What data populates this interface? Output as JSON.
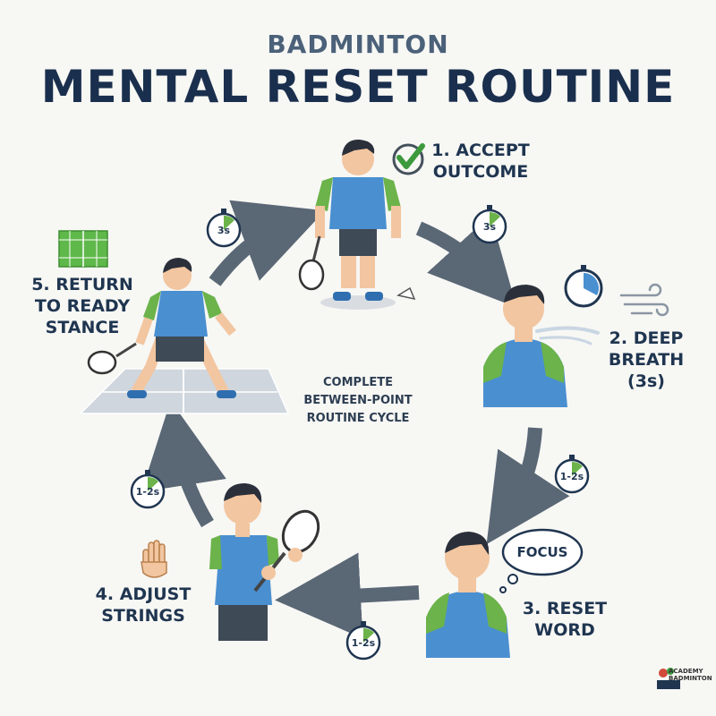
{
  "header": {
    "subtitle": "BADMINTON",
    "title": "MENTAL RESET ROUTINE"
  },
  "center_label": [
    "COMPLETE",
    "BETWEEN-POINT",
    "ROUTINE CYCLE"
  ],
  "steps": [
    {
      "lines": [
        "1. ACCEPT",
        "OUTCOME"
      ],
      "icon": "check-icon",
      "timer": "3s"
    },
    {
      "lines": [
        "2. DEEP",
        "BREATH",
        "(3s)"
      ],
      "icon": "wind-icon",
      "timer": "1-2s"
    },
    {
      "lines": [
        "3. RESET",
        "WORD"
      ],
      "icon": "thought-bubble-icon",
      "thought": "FOCUS",
      "timer": "1-2s"
    },
    {
      "lines": [
        "4. ADJUST",
        "STRINGS"
      ],
      "icon": "hand-icon",
      "timer": "1-2s"
    },
    {
      "lines": [
        "5. RETURN",
        "TO READY",
        "STANCE"
      ],
      "icon": "court-icon",
      "timer": "3s"
    }
  ],
  "logo": {
    "line1": "ACADEMY",
    "line2": "BADMINTON"
  },
  "colors": {
    "navy": "#1a2f4d",
    "shirt_blue": "#4a8fd0",
    "shirt_green": "#6bb34a",
    "shorts": "#3e4a55",
    "arrow": "#5a6775",
    "skin": "#f2c6a0",
    "hair": "#2a2f3a"
  }
}
